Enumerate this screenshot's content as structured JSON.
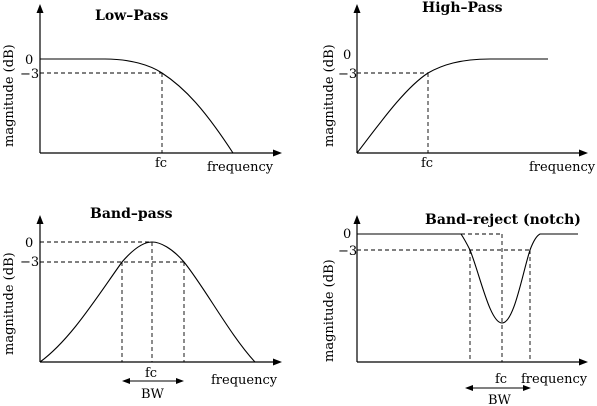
{
  "panels": {
    "lowpass": {
      "title": "Low–Pass",
      "ylabel": "magnitude (dB)",
      "xlabel": "frequency",
      "y0": "0",
      "y3": "−3",
      "fc": "fc"
    },
    "highpass": {
      "title": "High–Pass",
      "ylabel": "magnitude (dB)",
      "xlabel": "frequency",
      "y0": "0",
      "y3": "−3",
      "fc": "fc"
    },
    "bandpass": {
      "title": "Band–pass",
      "ylabel": "magnitude (dB)",
      "xlabel": "frequency",
      "y0": "0",
      "y3": "−3",
      "fc": "fc",
      "bw": "BW"
    },
    "bandreject": {
      "title": "Band–reject (notch)",
      "ylabel": "magnitude (dB)",
      "xlabel": "frequency",
      "y0": "0",
      "y3": "−3",
      "fc": "fc",
      "bw": "BW"
    }
  }
}
